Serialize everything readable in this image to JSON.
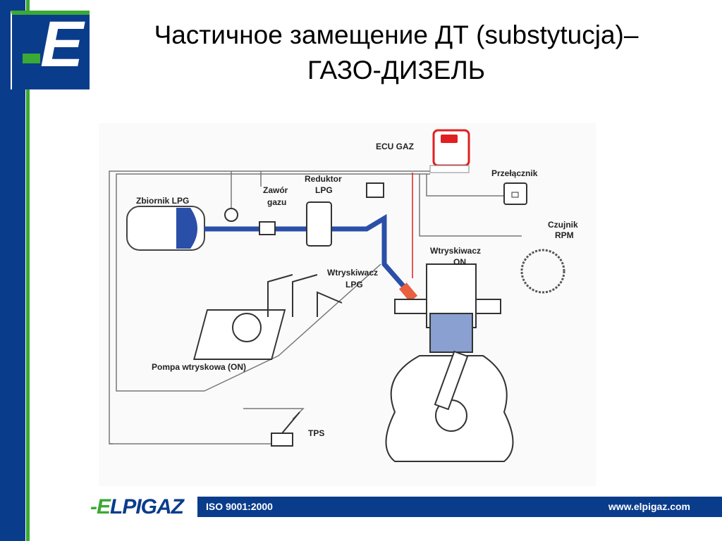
{
  "slide": {
    "title_line1": "Частичное замещение  ДТ  (substytucja)–",
    "title_line2": "ГАЗО-ДИЗЕЛЬ"
  },
  "logo": {
    "letter": "E"
  },
  "diagram": {
    "labels": {
      "ecu": "ECU GAZ",
      "switch": "Przełącznik",
      "reducer1": "Reduktor",
      "reducer2": "LPG",
      "valve1": "Zawór",
      "valve2": "gazu",
      "tank": "Zbiornik LPG",
      "rpm1": "Czujnik",
      "rpm2": "RPM",
      "inj_on1": "Wtryskiwacz",
      "inj_on2": "ON",
      "inj_lpg1": "Wtryskiwacz",
      "inj_lpg2": "LPG",
      "pump": "Pompa wtryskowa (ON)",
      "tps": "TPS"
    }
  },
  "footer": {
    "brand_prefix": "-E",
    "brand_rest": "LPIGAZ",
    "iso": "ISO 9001:2000",
    "website": "www.elpigaz.com"
  },
  "colors": {
    "brand_blue": "#0a3c8c",
    "brand_green": "#3aa935",
    "pipe_blue": "#2a4fa8",
    "ecu_red": "#e02020"
  }
}
